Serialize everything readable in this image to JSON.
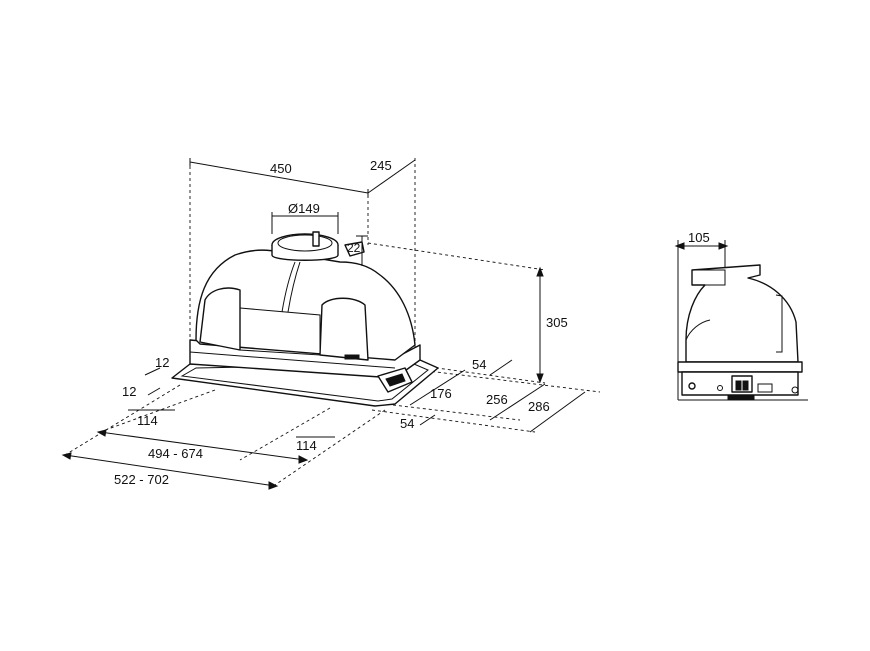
{
  "dimensions": {
    "width_top": "450",
    "depth_top": "245",
    "duct_diameter": "Ø149",
    "duct_height": "22",
    "height": "305",
    "flange_a": "12",
    "flange_b": "12",
    "left_offset": "114",
    "front_offset": "114",
    "cutout_width": "494 - 674",
    "overall_width": "522 - 702",
    "depth_54_top": "54",
    "depth_54_bottom": "54",
    "depth_176": "176",
    "depth_256": "256",
    "depth_286": "286",
    "side_depth": "105"
  }
}
